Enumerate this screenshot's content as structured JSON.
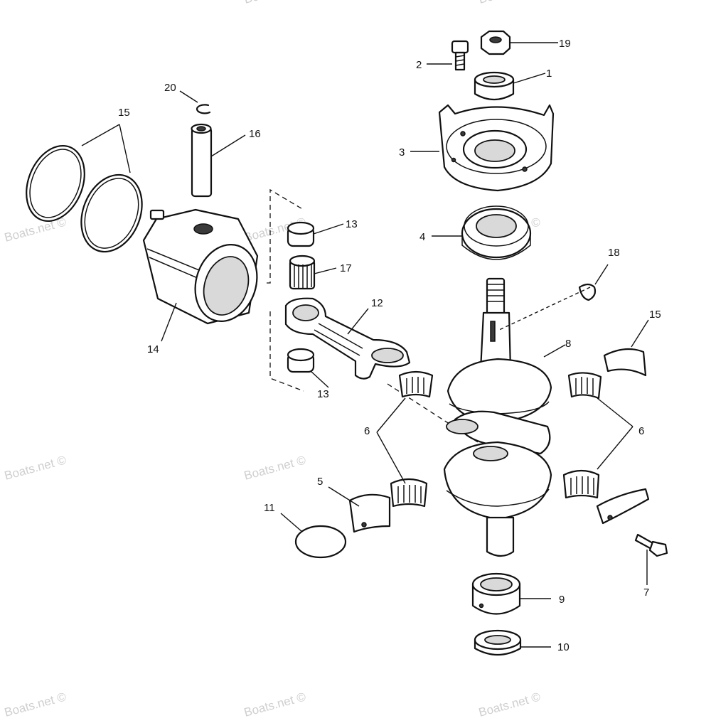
{
  "callouts": {
    "c1": "1",
    "c2": "2",
    "c3": "3",
    "c4": "4",
    "c5": "5",
    "c6a": "6",
    "c6b": "6",
    "c7": "7",
    "c8": "8",
    "c9": "9",
    "c10": "10",
    "c11": "11",
    "c12": "12",
    "c13a": "13",
    "c13b": "13",
    "c14": "14",
    "c15a": "15",
    "c15b": "15",
    "c16": "16",
    "c17": "17",
    "c18": "18",
    "c19": "19",
    "c20": "20"
  },
  "watermark": "Boats.net ©"
}
